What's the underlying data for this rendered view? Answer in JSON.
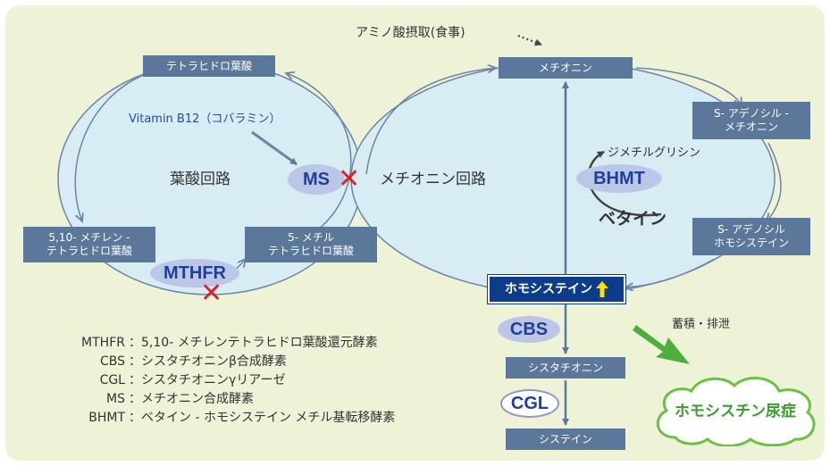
{
  "nodes": {
    "thf": "テトラヒドロ葉酸",
    "methylene_thf": "5,10- メチレン -\nテトラヒドロ葉酸",
    "methyl_thf": "5- メチル\nテトラヒドロ葉酸",
    "methionine": "メチオニン",
    "sam": "S- アデノシル -\nメチオニン",
    "sah": "S- アデノシル\nホモシステイン",
    "homocysteine": "ホモシステイン",
    "cystathionine": "シスタチオニン",
    "cysteine": "システイン"
  },
  "enzymes": {
    "ms": "MS",
    "mthfr": "MTHFR",
    "bhmt": "BHMT",
    "cbs": "CBS",
    "cgl": "CGL"
  },
  "labels": {
    "folate_cycle": "葉酸回路",
    "methionine_cycle": "メチオニン回路",
    "vitamin_b12": "Vitamin B12（コバラミン）",
    "amino_acid_intake": "アミノ酸摂取(食事)",
    "dimethylglycine": "ジメチルグリシン",
    "betaine": "ベタイン",
    "accumulation": "蓄積・排泄",
    "homocystinuria": "ホモシスチン尿症"
  },
  "legend": [
    {
      "abbr": "MTHFR",
      "desc": "：5,10- メチレンテトラヒドロ葉酸還元酵素"
    },
    {
      "abbr": "CBS",
      "desc": "：シスタチオニンβ合成酵素"
    },
    {
      "abbr": "CGL",
      "desc": "：シスタチオニンγリアーゼ"
    },
    {
      "abbr": "MS",
      "desc": "：メチオニン合成酵素"
    },
    {
      "abbr": "BHMT",
      "desc": "：ベタイン - ホモシステイン メチル基転移酵素"
    }
  ],
  "colors": {
    "panel": "#eef3d8",
    "cycle_fill": "#d8ecf4",
    "node": "#5b7799",
    "node_dark": "#0d3d8a",
    "enzyme": "#bcc6e6",
    "cross": "#e0202a",
    "green": "#3a9e2e"
  }
}
